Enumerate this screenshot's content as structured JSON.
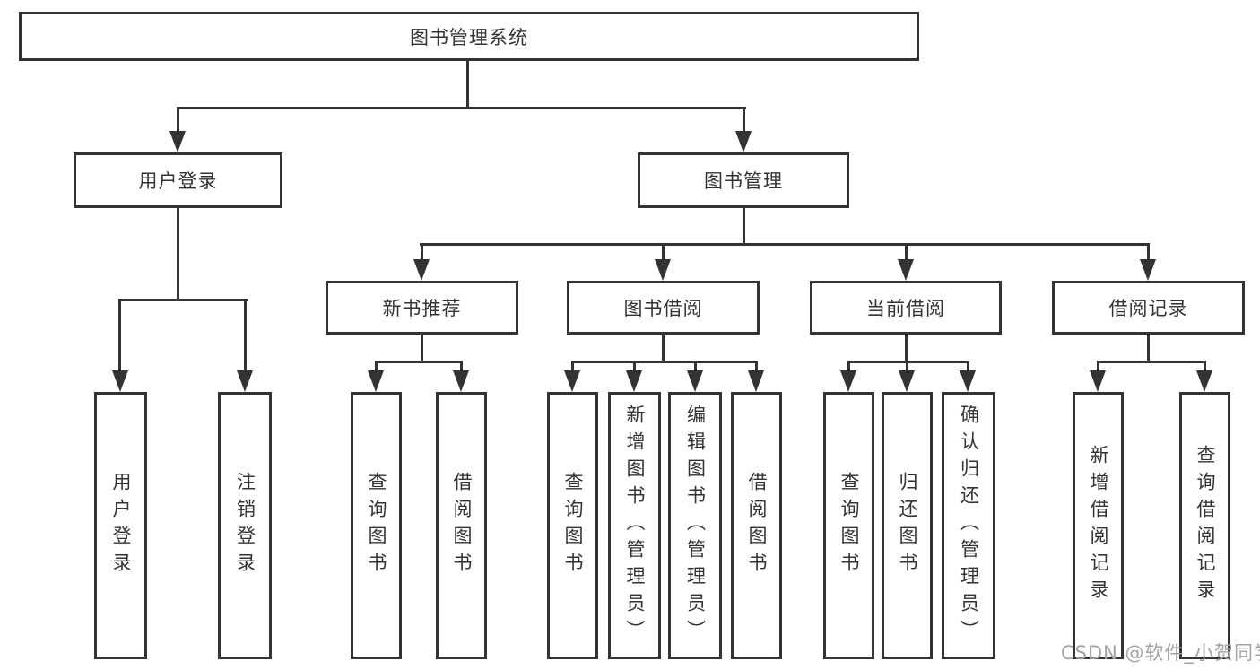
{
  "tree": {
    "root": {
      "label": "图书管理系统",
      "children": [
        {
          "label": "用户登录",
          "children": [
            {
              "label": "用户登录"
            },
            {
              "label": "注销登录"
            }
          ]
        },
        {
          "label": "图书管理",
          "children": [
            {
              "label": "新书推荐",
              "children": [
                {
                  "label": "查询图书"
                },
                {
                  "label": "借阅图书"
                }
              ]
            },
            {
              "label": "图书借阅",
              "children": [
                {
                  "label": "查询图书"
                },
                {
                  "label": "新增图书（管理员）"
                },
                {
                  "label": "编辑图书（管理员）"
                },
                {
                  "label": "借阅图书"
                }
              ]
            },
            {
              "label": "当前借阅",
              "children": [
                {
                  "label": "查询图书"
                },
                {
                  "label": "归还图书"
                },
                {
                  "label": "确认归还（管理员）"
                }
              ]
            },
            {
              "label": "借阅记录",
              "children": [
                {
                  "label": "新增借阅记录"
                },
                {
                  "label": "查询借阅记录"
                }
              ]
            }
          ]
        }
      ]
    }
  },
  "watermark": {
    "text": "CSDN @软件_小贺同学"
  },
  "colors": {
    "line": "#333333",
    "text": "#333333",
    "background": "#ffffff",
    "watermark": "#a3a3a3"
  }
}
